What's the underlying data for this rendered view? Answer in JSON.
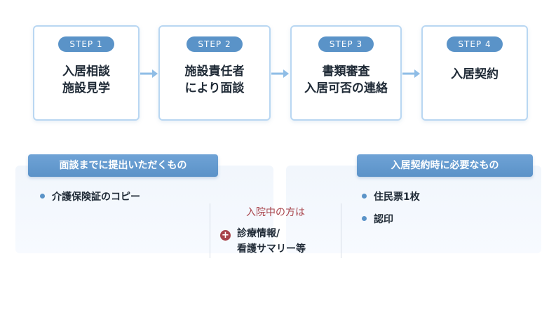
{
  "steps": [
    {
      "badge": "STEP 1",
      "lines": [
        "入居相談",
        "施設見学"
      ]
    },
    {
      "badge": "STEP 2",
      "lines": [
        "施設責任者",
        "により面談"
      ]
    },
    {
      "badge": "STEP 3",
      "lines": [
        "書類審査",
        "入居可否の連絡"
      ]
    },
    {
      "badge": "STEP 4",
      "lines": [
        "入居契約"
      ]
    }
  ],
  "interview": {
    "heading": "面談までに提出いただくもの",
    "items": [
      "介護保険証のコピー"
    ]
  },
  "hospital": {
    "title": "入院中の方は",
    "icon": "plus-icon",
    "symbol": "+",
    "lines": [
      "診療情報/",
      "看護サマリー等"
    ]
  },
  "contract": {
    "heading": "入居契約時に必要なもの",
    "items": [
      "住民票1枚",
      "認印"
    ]
  },
  "colors": {
    "accent": "#5a93c8",
    "border": "#b9d7f2",
    "hospital": "#a8434b"
  }
}
